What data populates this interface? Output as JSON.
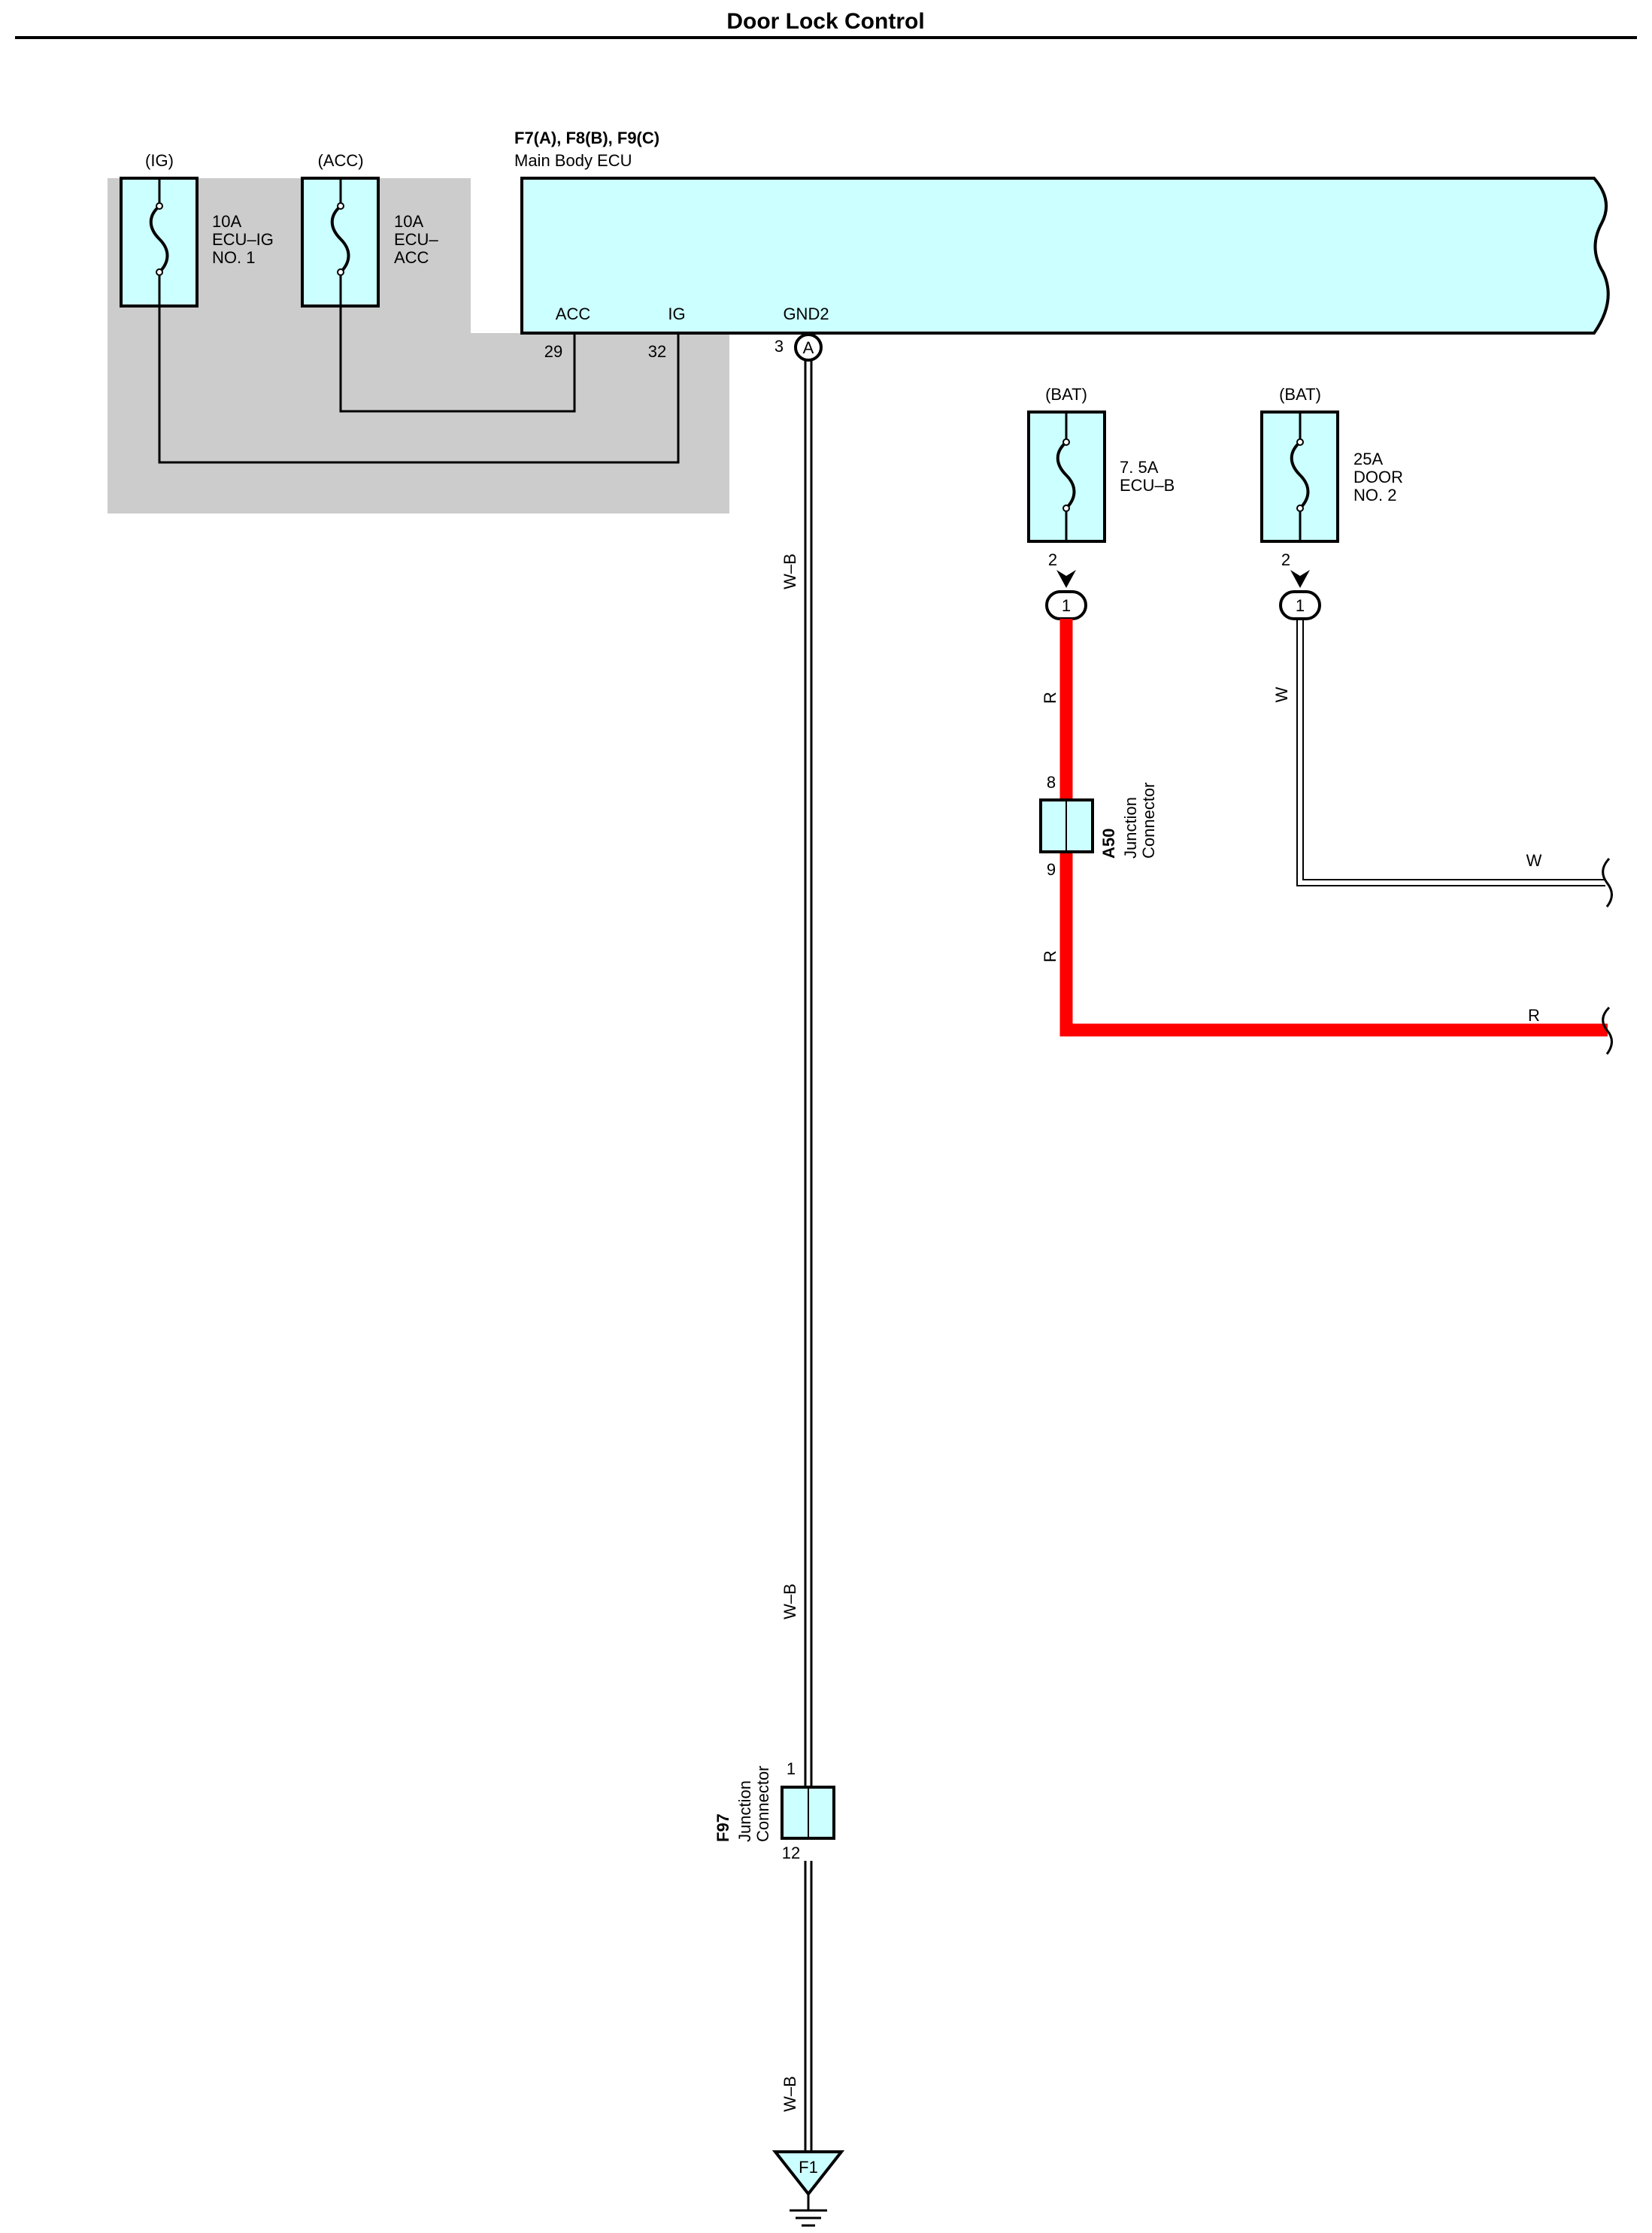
{
  "title": "Door Lock Control",
  "ecu": {
    "codes": "F7(A), F8(B), F9(C)",
    "name": "Main Body ECU",
    "pins": {
      "acc": {
        "label": "ACC",
        "number": "29"
      },
      "ig": {
        "label": "IG",
        "number": "32"
      },
      "gnd2": {
        "label": "GND2",
        "number": "3",
        "connector": "A"
      }
    }
  },
  "fuses": {
    "ecu_ig": {
      "source": "(IG)",
      "lines": [
        "10A",
        "ECU–IG",
        "NO. 1"
      ]
    },
    "ecu_acc": {
      "source": "(ACC)",
      "lines": [
        "10A",
        "ECU–",
        "ACC"
      ]
    },
    "ecu_b": {
      "source": "(BAT)",
      "lines": [
        "7. 5A",
        "ECU–B"
      ],
      "pin": "2",
      "connector_pin": "1"
    },
    "door2": {
      "source": "(BAT)",
      "lines": [
        "25A",
        "DOOR",
        "NO. 2"
      ],
      "pin": "2",
      "connector_pin": "1"
    }
  },
  "junctions": {
    "a50": {
      "code": "A50",
      "name_lines": [
        "Junction",
        "Connector"
      ],
      "pin_in": "8",
      "pin_out": "9"
    },
    "f97": {
      "code": "F97",
      "name_lines": [
        "Junction",
        "Connector"
      ],
      "pin_in": "1",
      "pin_out": "12"
    }
  },
  "wires": {
    "ground": "W–B",
    "red": "R",
    "white": "W"
  },
  "ground_point": "F1",
  "colors": {
    "ecu_fill": "#ccffff",
    "fuse_fill": "#ccffff",
    "shade": "#cccccc",
    "red_wire": "#ff0000",
    "line": "#000000"
  }
}
